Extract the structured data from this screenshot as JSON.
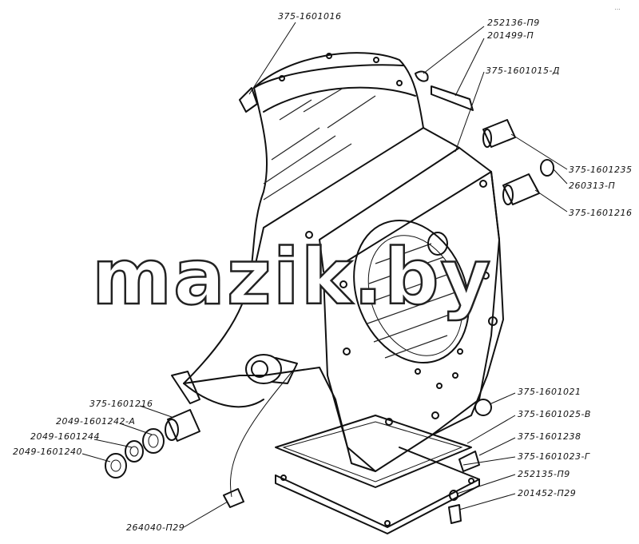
{
  "watermark": "mazik.by",
  "corner_text": "...",
  "labels": {
    "p_016": "375-1601016",
    "p_136": "252136-П9",
    "p_499": "201499-П",
    "p_015d": "375-1601015-Д",
    "p_235": "375-1601235",
    "p_313": "260313-П",
    "p_216r": "375-1601216",
    "p_216l": "375-1601216",
    "p_242a": "2049-1601242-А",
    "p_244": "2049-1601244",
    "p_240": "2049-1601240",
    "p_021": "375-1601021",
    "p_025b": "375-1601025-В",
    "p_238": "375-1601238",
    "p_023g": "375-1601023-Г",
    "p_135": "252135-П9",
    "p_452": "201452-П29",
    "p_264": "264040-П29"
  }
}
